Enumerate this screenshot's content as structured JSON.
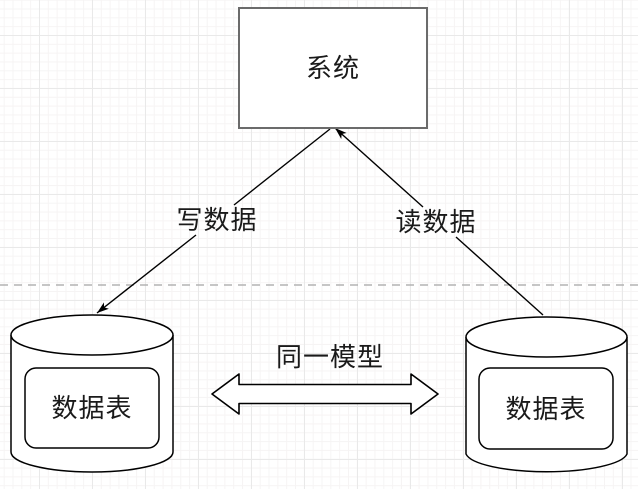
{
  "diagram": {
    "nodes": {
      "system": {
        "label": "系统",
        "shape": "rectangle"
      },
      "left_table": {
        "label": "数据表",
        "shape": "database-cylinder"
      },
      "right_table": {
        "label": "数据表",
        "shape": "database-cylinder"
      }
    },
    "edges": {
      "write": {
        "label": "写数据",
        "from": "system",
        "to": "left_table",
        "style": "arrow"
      },
      "read": {
        "label": "读数据",
        "from": "right_table",
        "to": "system",
        "style": "arrow"
      },
      "same_model": {
        "label": "同一模型",
        "between": "left_table,right_table",
        "style": "double-block-arrow"
      }
    },
    "divider": {
      "style": "dashed-horizontal-line"
    },
    "colors": {
      "canvas_background": "#ffffff",
      "grid_minor": "#f6f4f4",
      "grid_major": "#e9e9e9",
      "system_box_stroke": "#6b6b6b",
      "shape_stroke": "#000000",
      "shape_fill": "#ffffff",
      "dashed_divider": "#b3b3b3",
      "text": "#1a1a1a"
    }
  }
}
